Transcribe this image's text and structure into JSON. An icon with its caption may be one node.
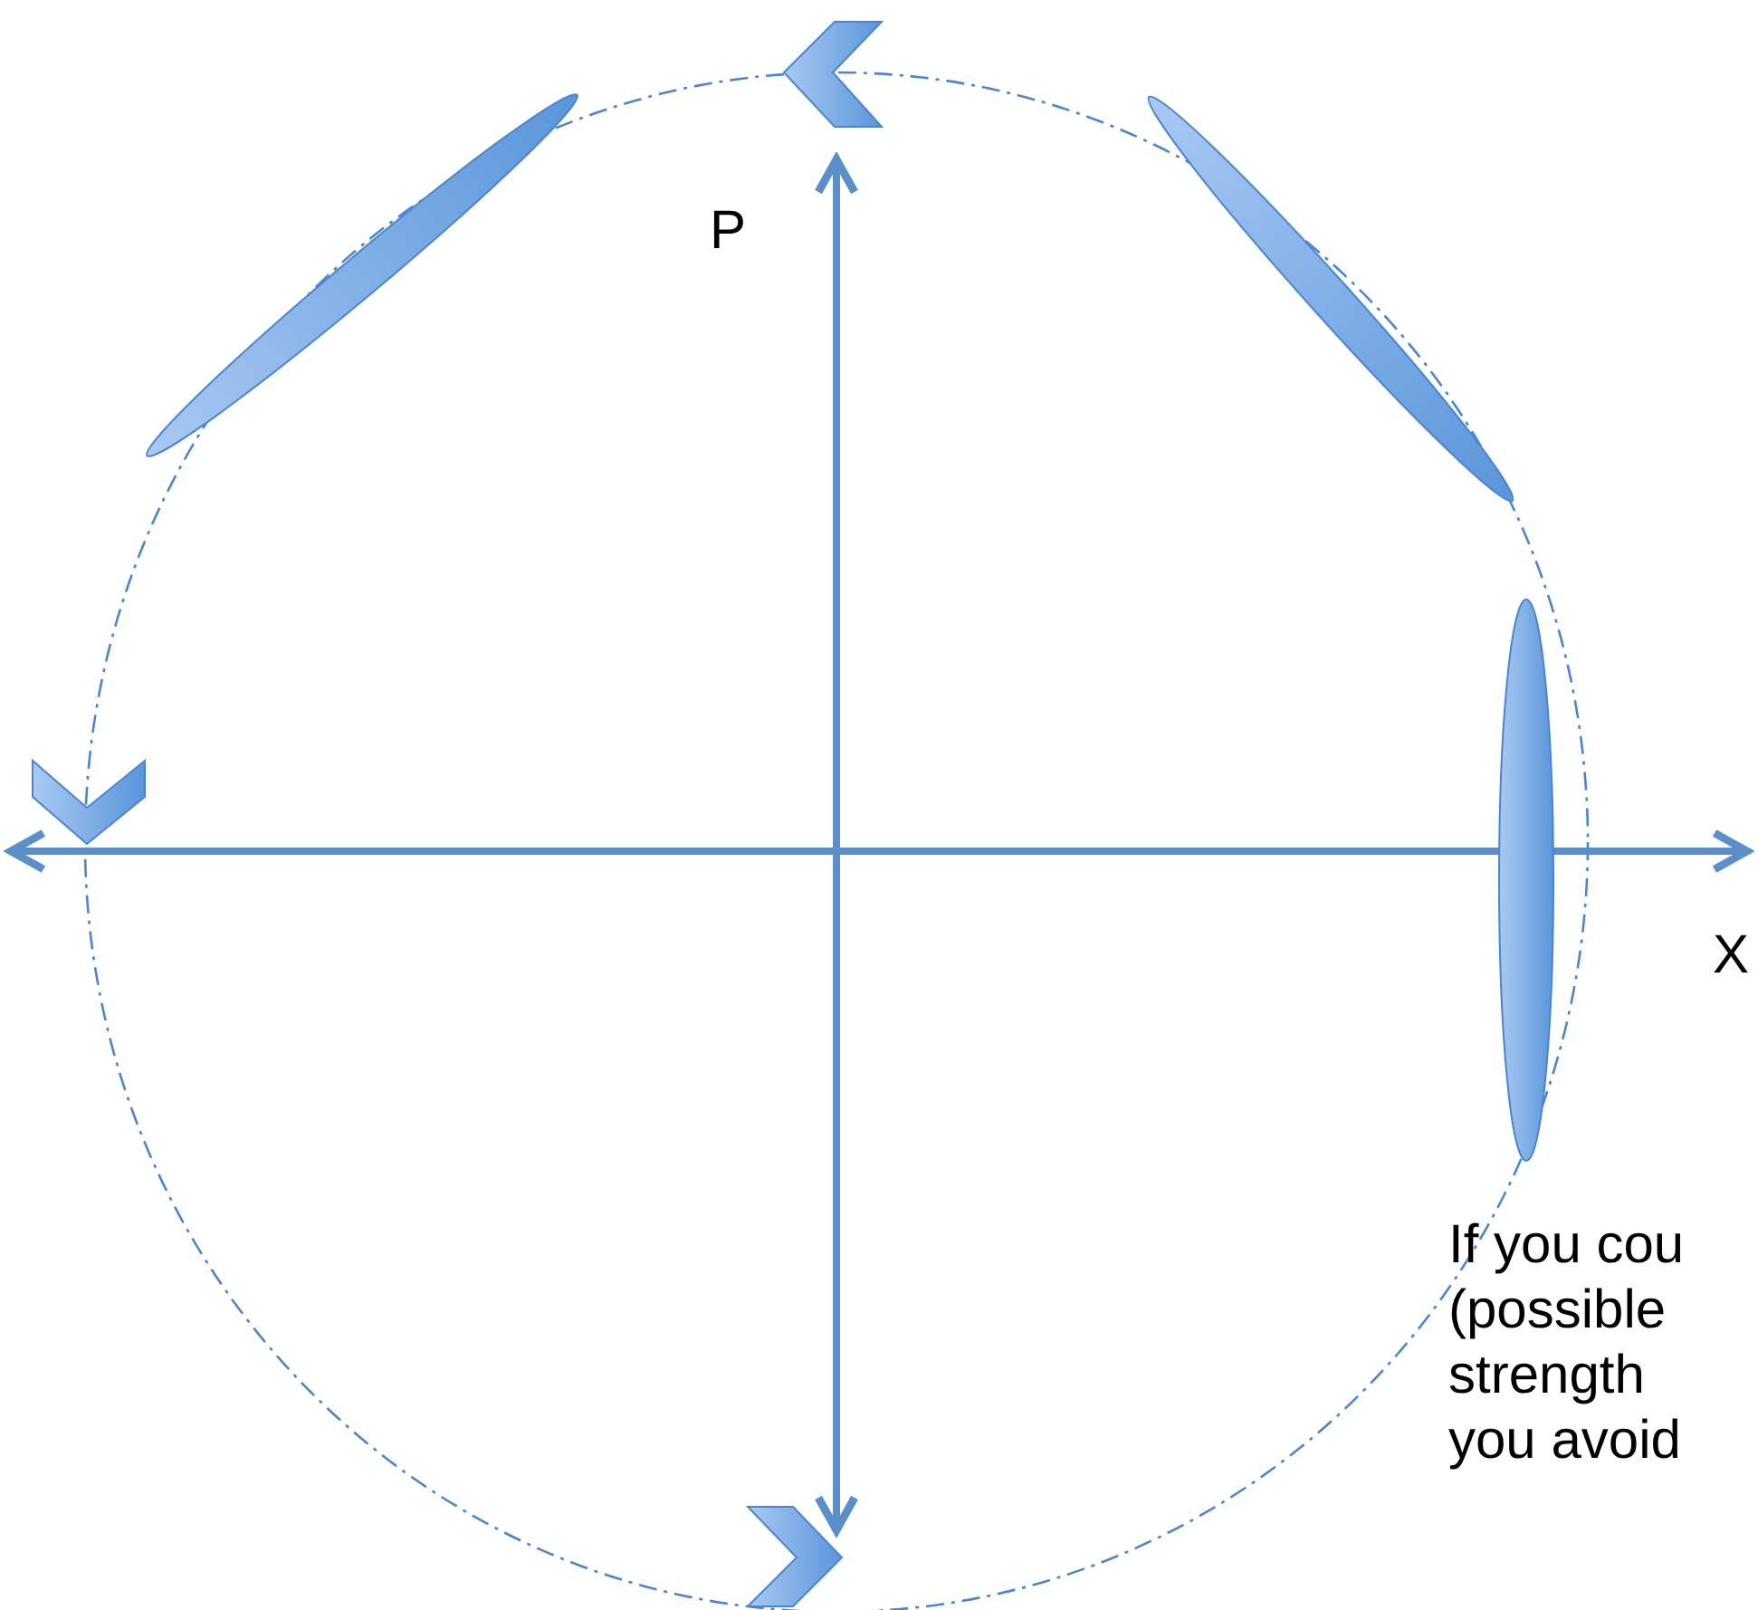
{
  "diagram": {
    "labels": [
      "P",
      "X",
      "If you cou (possible strength you avoid"
    ]
  }
}
